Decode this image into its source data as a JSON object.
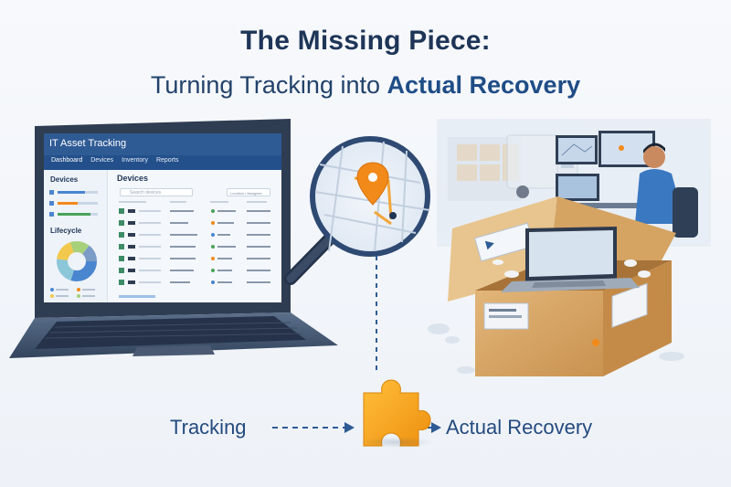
{
  "heading": {
    "title": "The Missing Piece:",
    "subtitle_prefix": "Turning Tracking into ",
    "subtitle_emphasis": "Actual Recovery"
  },
  "app": {
    "title": "IT Asset Tracking",
    "nav": [
      "Dashboard",
      "Devices",
      "Inventory",
      "Reports"
    ],
    "sidebar_devices": "Devices",
    "sidebar_lifecycle": "Lifecycle",
    "main_heading": "Devices",
    "search_placeholder": "Search devices",
    "filter_label": "Location / Assignee"
  },
  "flow": {
    "left_label": "Tracking",
    "right_label": "Actual Recovery"
  },
  "colors": {
    "navy": "#1e3557",
    "accent_blue": "#2f5b95",
    "pin_orange": "#f28a1a",
    "puzzle_orange": "#f4a11c",
    "cardboard": "#d9a766"
  }
}
